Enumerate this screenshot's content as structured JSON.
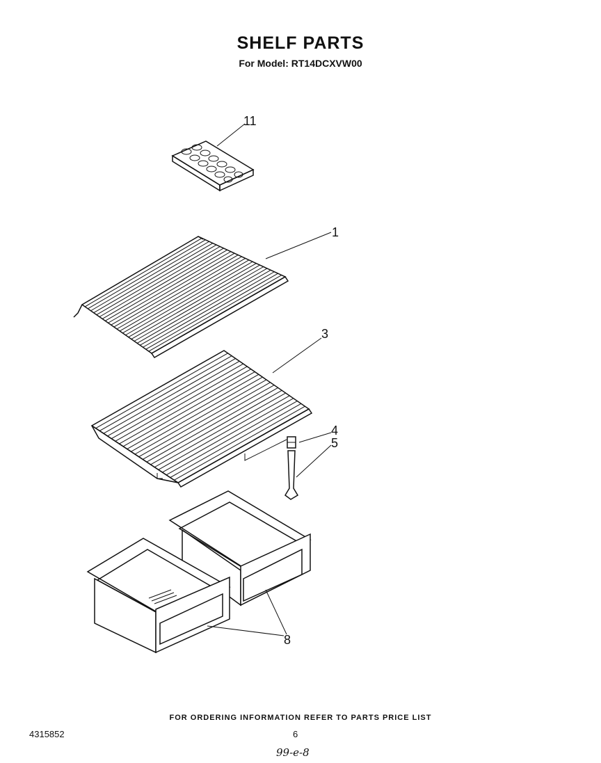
{
  "header": {
    "title": "SHELF PARTS",
    "subtitle": "For Model: RT14DCXVW00"
  },
  "callouts": [
    {
      "id": "11",
      "label": "11"
    },
    {
      "id": "1",
      "label": "1"
    },
    {
      "id": "3",
      "label": "3"
    },
    {
      "id": "4",
      "label": "4"
    },
    {
      "id": "5",
      "label": "5"
    },
    {
      "id": "8",
      "label": "8"
    }
  ],
  "footer": {
    "ordering_note": "FOR ORDERING INFORMATION REFER TO PARTS PRICE LIST",
    "doc_number": "4315852",
    "page_number": "6",
    "handwritten_note": "99-e-8"
  }
}
